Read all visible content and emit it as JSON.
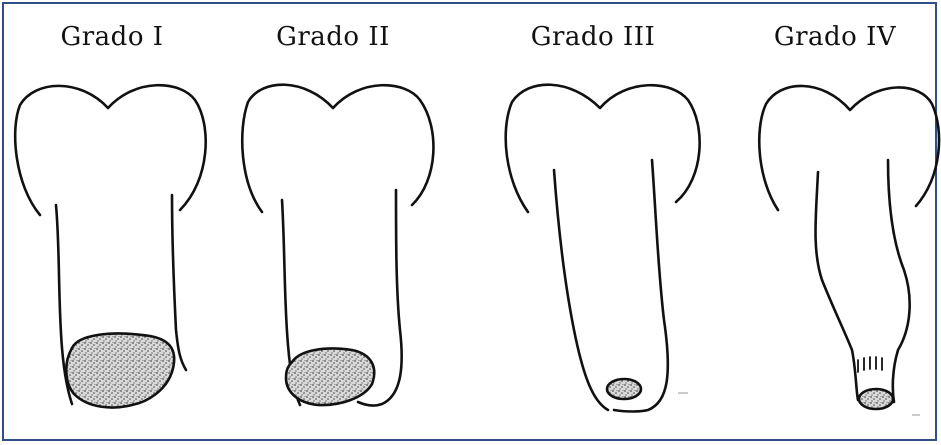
{
  "colors": {
    "frame": "#2f4f86",
    "ink": "#111111",
    "stipple": "#8a8a8a"
  },
  "grades": [
    {
      "label": "Grado I"
    },
    {
      "label": "Grado II"
    },
    {
      "label": "Grado III"
    },
    {
      "label": "Grado IV"
    }
  ]
}
